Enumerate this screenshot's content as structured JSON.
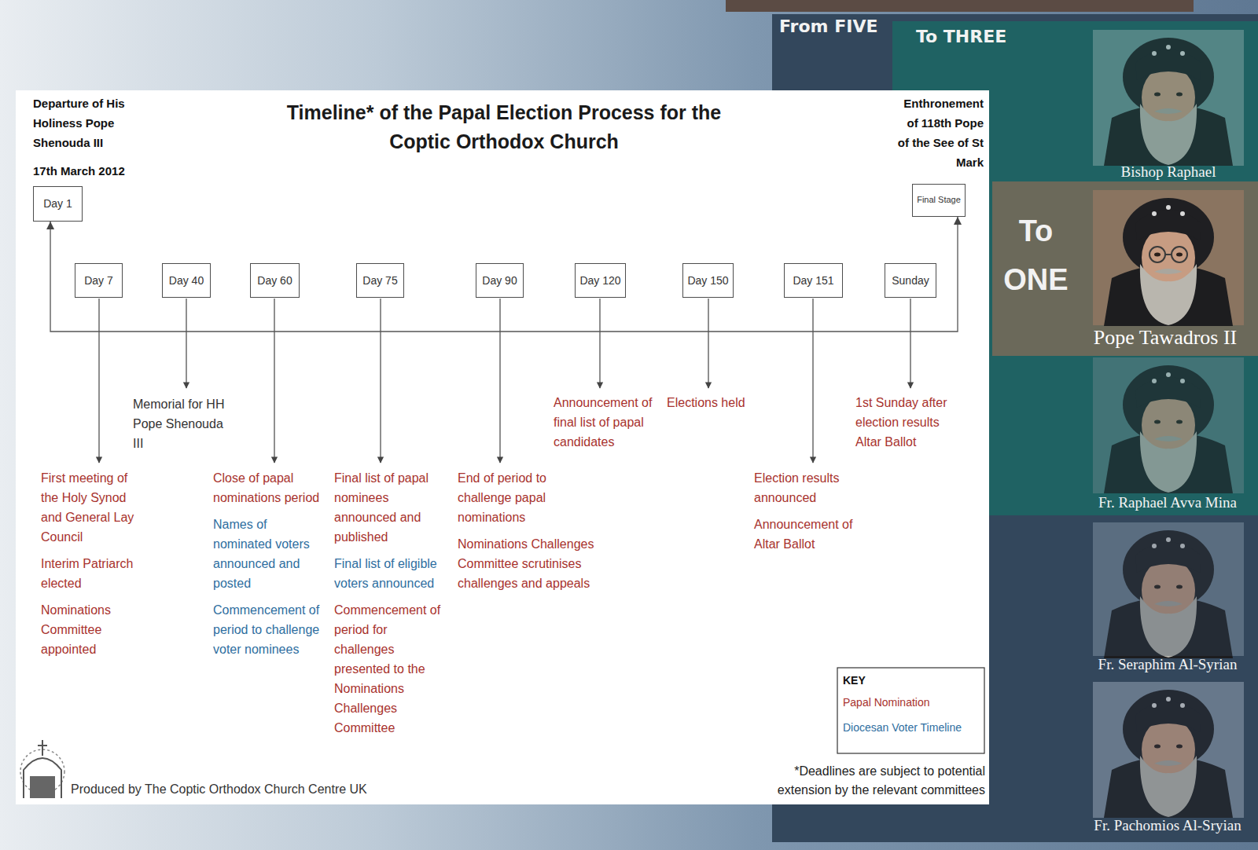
{
  "diagram": {
    "title": "Timeline* of the Papal Election Process for the Coptic Orthodox Church",
    "nodes": [
      {
        "text": [
          "Day 1"
        ]
      },
      {
        "text": [
          "Day 7"
        ]
      },
      {
        "text": [
          "Day 40"
        ]
      },
      {
        "text": [
          "Day 60"
        ]
      },
      {
        "text": [
          "Day 75"
        ]
      },
      {
        "text": [
          "Day 90"
        ]
      },
      {
        "text": [
          "Day 120"
        ]
      },
      {
        "text": [
          "Day 150"
        ]
      },
      {
        "text": [
          "Day 151"
        ]
      },
      {
        "text": [
          "Sunday"
        ]
      },
      {
        "text": [
          "Final Stage"
        ]
      },
      {
        "text": [
          "From FIVE"
        ]
      },
      {
        "text": [
          "To THREE"
        ],
        "in": 11
      },
      {
        "text": [
          "Bishop Raphael"
        ],
        "in": 12
      },
      {
        "text": [
          "To ONE"
        ],
        "in": 12
      },
      {
        "text": [
          "Pope Tawadros II"
        ],
        "in": 14
      },
      {
        "text": [
          "Fr. Raphael Avva Mina"
        ],
        "in": 12
      },
      {
        "text": [
          "Fr. Seraphim Al-Syrian"
        ],
        "in": 11
      },
      {
        "text": [
          "Fr. Pachomios Al-Sryian"
        ],
        "in": 11
      }
    ],
    "edges": [
      {
        "from": 0,
        "to": 10,
        "arrow": "both"
      }
    ],
    "labels": [
      "Departure of His Holiness Pope Shenouda III",
      "17th March 2012",
      "Enthronement of 118th Pope of the See of St Mark",
      "Memorial for HH Pope Shenouda III",
      "First meeting of the Holy Synod and General Lay Council",
      "Interim Patriarch elected",
      "Nominations Committee appointed",
      "Close of papal nominations period",
      "Names of nominated voters announced and posted",
      "Commencement of period to challenge voter nominees",
      "Final list of papal nominees announced and published",
      "Final list of eligible voters announced",
      "Commencement of period for challenges presented to the Nominations Challenges Committee",
      "End of period to challenge papal nominations",
      "Nominations Challenges Committee scrutinises challenges and appeals",
      "Announcement of final list of papal candidates",
      "Elections held",
      "1st Sunday after election results Altar Ballot",
      "Election results announced",
      "Announcement of Altar Ballot",
      "KEY",
      "*Deadlines are subject to potential extension by the relevant committees",
      "Produced by The Coptic Orthodox Church Centre UK"
    ],
    "legend": [
      {
        "text": "Papal Nomination",
        "color": "#a8322d"
      },
      {
        "text": "Diocesan Voter Timeline",
        "color": "#2e6ea0"
      }
    ]
  }
}
